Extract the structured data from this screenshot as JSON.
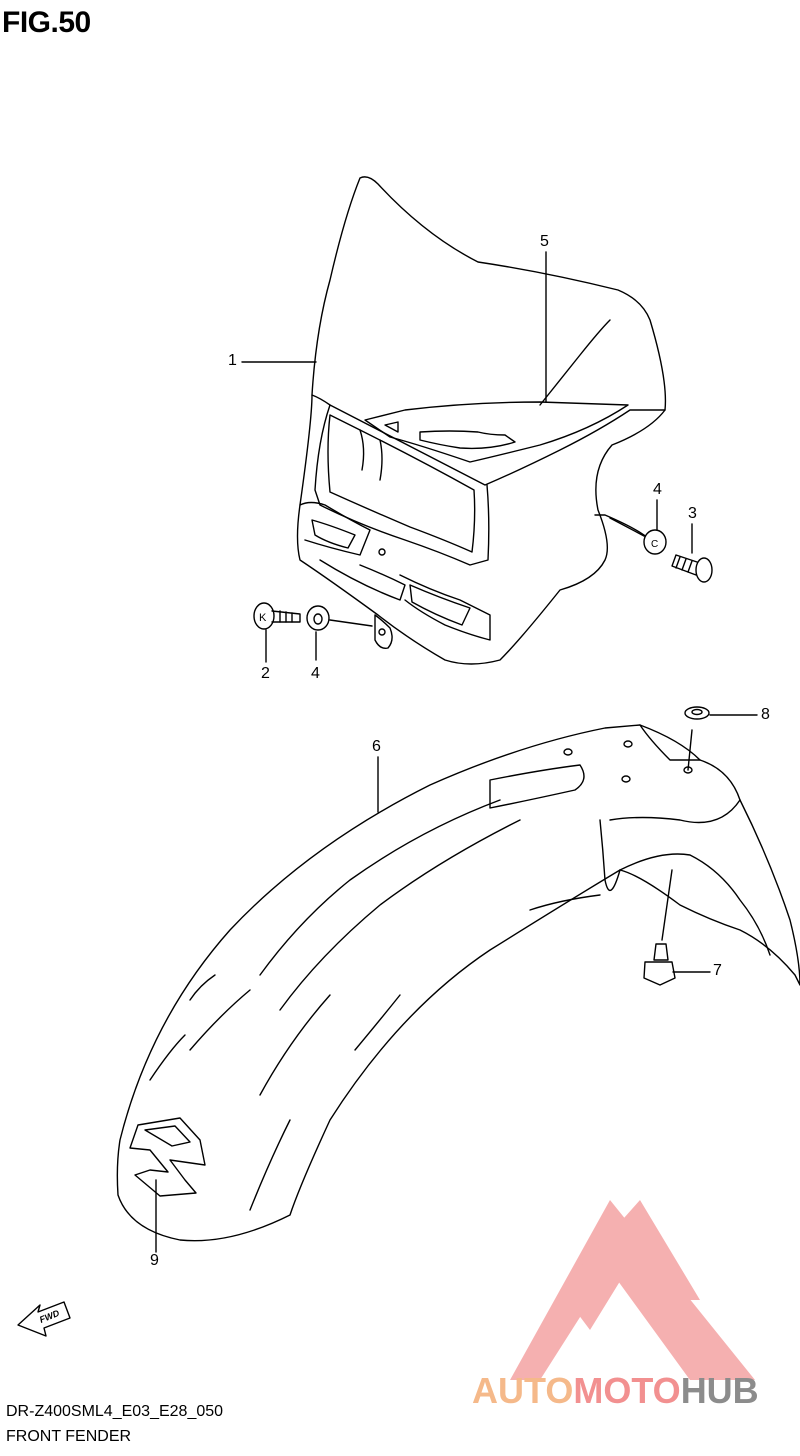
{
  "figure": {
    "title": "FIG.50"
  },
  "callouts": [
    {
      "id": "1",
      "label": "1"
    },
    {
      "id": "2",
      "label": "2"
    },
    {
      "id": "3",
      "label": "3"
    },
    {
      "id": "4a",
      "label": "4"
    },
    {
      "id": "4b",
      "label": "4"
    },
    {
      "id": "5",
      "label": "5"
    },
    {
      "id": "6",
      "label": "6"
    },
    {
      "id": "7",
      "label": "7"
    },
    {
      "id": "8",
      "label": "8"
    },
    {
      "id": "9",
      "label": "9"
    }
  ],
  "fwd_label": "FWD",
  "part_letters": {
    "bolt_2": "K",
    "washer_4": "C"
  },
  "footer": {
    "model_code": "DR-Z400SML4_E03_E28_050",
    "section": "FRONT FENDER"
  },
  "watermark": {
    "part1": "AUTO",
    "part2": "MOTO",
    "part3": "HUB",
    "colors": {
      "auto": "#f5b98a",
      "moto": "#f29090",
      "hub": "#8c8c8c",
      "logo": "#f4a3a3"
    }
  }
}
